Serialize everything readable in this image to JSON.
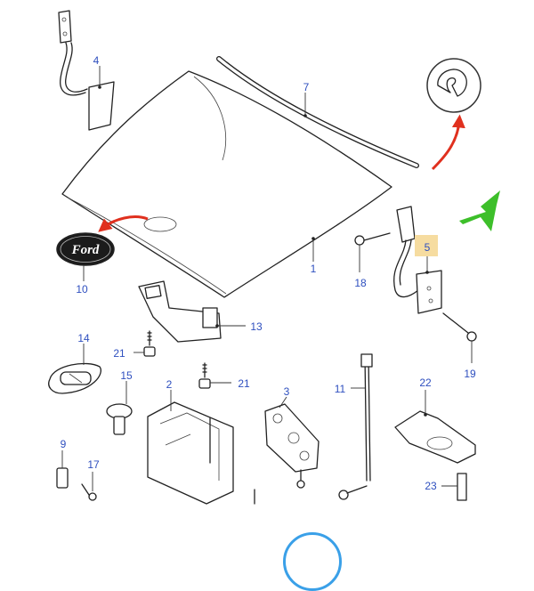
{
  "diagram": {
    "logo_text": "Ford",
    "callouts": {
      "p1": "1",
      "p2": "2",
      "p3": "3",
      "p4": "4",
      "p5": "5",
      "p7": "7",
      "p9": "9",
      "p10": "10",
      "p11": "11",
      "p13": "13",
      "p14": "14",
      "p15": "15",
      "p17": "17",
      "p18": "18",
      "p19": "19",
      "p21a": "21",
      "p21b": "21",
      "p22": "22",
      "p23": "23"
    },
    "colors": {
      "callout": "#2e4fbf",
      "red_arrow": "#e0301e",
      "green_arrow": "#3dbf2a",
      "highlight": "#f6dca0",
      "logo_fill": "#1b1b1b"
    },
    "icons": [
      "red-curved-arrow",
      "green-pointer-arrow",
      "clip-detail-circle",
      "ford-oval-logo"
    ]
  }
}
